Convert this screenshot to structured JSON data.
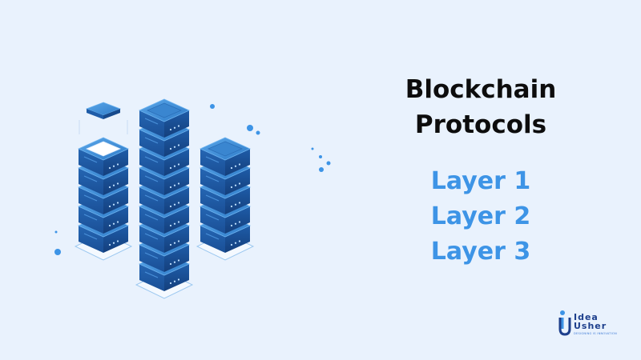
{
  "title": {
    "line1": "Blockchain",
    "line2": "Protocols"
  },
  "layers": [
    "Layer 1",
    "Layer 2",
    "Layer 3"
  ],
  "logo": {
    "word_top": "Idea",
    "word_bottom": "Usher",
    "tagline": "DESIGNING IS INNOVATION"
  },
  "colors": {
    "background": "#e9f2fd",
    "title": "#0d0d0d",
    "layers": "#3d94e6",
    "server_top": "#3c8fd6",
    "server_side": "#1e5ca8",
    "server_dark": "#174a8c"
  },
  "illustration": {
    "subject": "isometric server stacks",
    "stacks": [
      {
        "name": "left-stack",
        "units": 5,
        "floating_cap": true
      },
      {
        "name": "middle-stack",
        "units": 9
      },
      {
        "name": "right-stack",
        "units": 5
      }
    ]
  }
}
